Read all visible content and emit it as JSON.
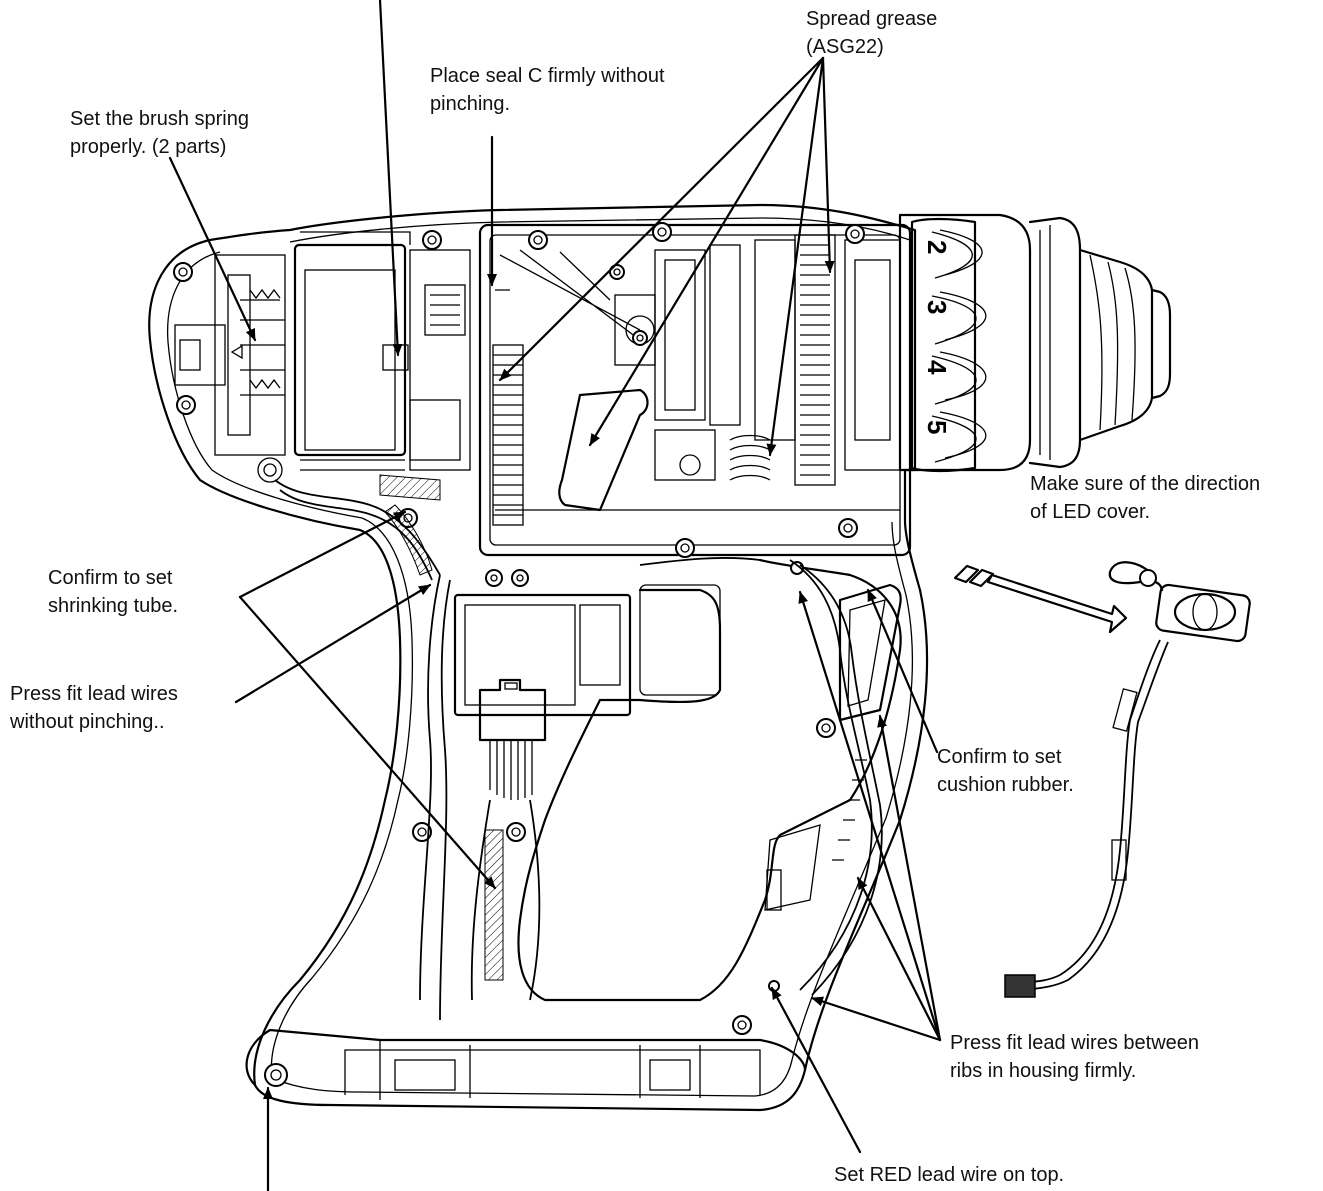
{
  "callouts": {
    "spread_grease": [
      "Spread grease",
      "(ASG22)"
    ],
    "seal_c": [
      "Place seal C firmly without",
      "pinching."
    ],
    "brush_spring": [
      "Set the brush spring",
      "properly. (2 parts)"
    ],
    "led_cover": [
      "Make sure of the direction",
      "of LED cover."
    ],
    "shrinking_tube": [
      "Confirm to set",
      "shrinking tube."
    ],
    "press_fit_pinching": [
      "Press fit lead wires",
      "without pinching.."
    ],
    "cushion_rubber": [
      "Confirm to set",
      "cushion rubber."
    ],
    "press_fit_ribs": [
      "Press fit lead wires between",
      "ribs in housing firmly."
    ],
    "red_lead": [
      "Set RED lead wire on top."
    ]
  },
  "dial_numbers": [
    "2",
    "3",
    "4",
    "5"
  ]
}
